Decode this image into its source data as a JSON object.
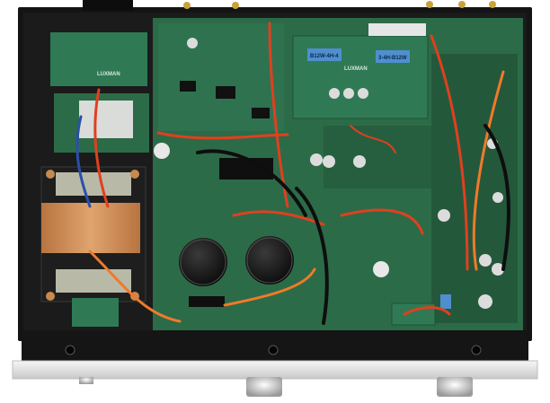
{
  "photo": {
    "subject": "amplifier-chassis-top-view",
    "colors": {
      "background": "#ffffff",
      "chassis": "#141414",
      "pcb": "#2c6b47",
      "pcb_dark": "#1f5236",
      "copper": "#c58a55",
      "wire_red": "#e0401f",
      "wire_orange": "#f07a2a",
      "wire_black": "#0e0e0e",
      "relay_blue": "#4f8fcf",
      "faceplate": "#e9e9e9"
    }
  },
  "labels": {
    "brand_board_upper": "LUXMAN",
    "brand_board_mid": "LUXMAN",
    "relay_left": "B12W-4H-4",
    "relay_right": "3-4H-B12W"
  }
}
